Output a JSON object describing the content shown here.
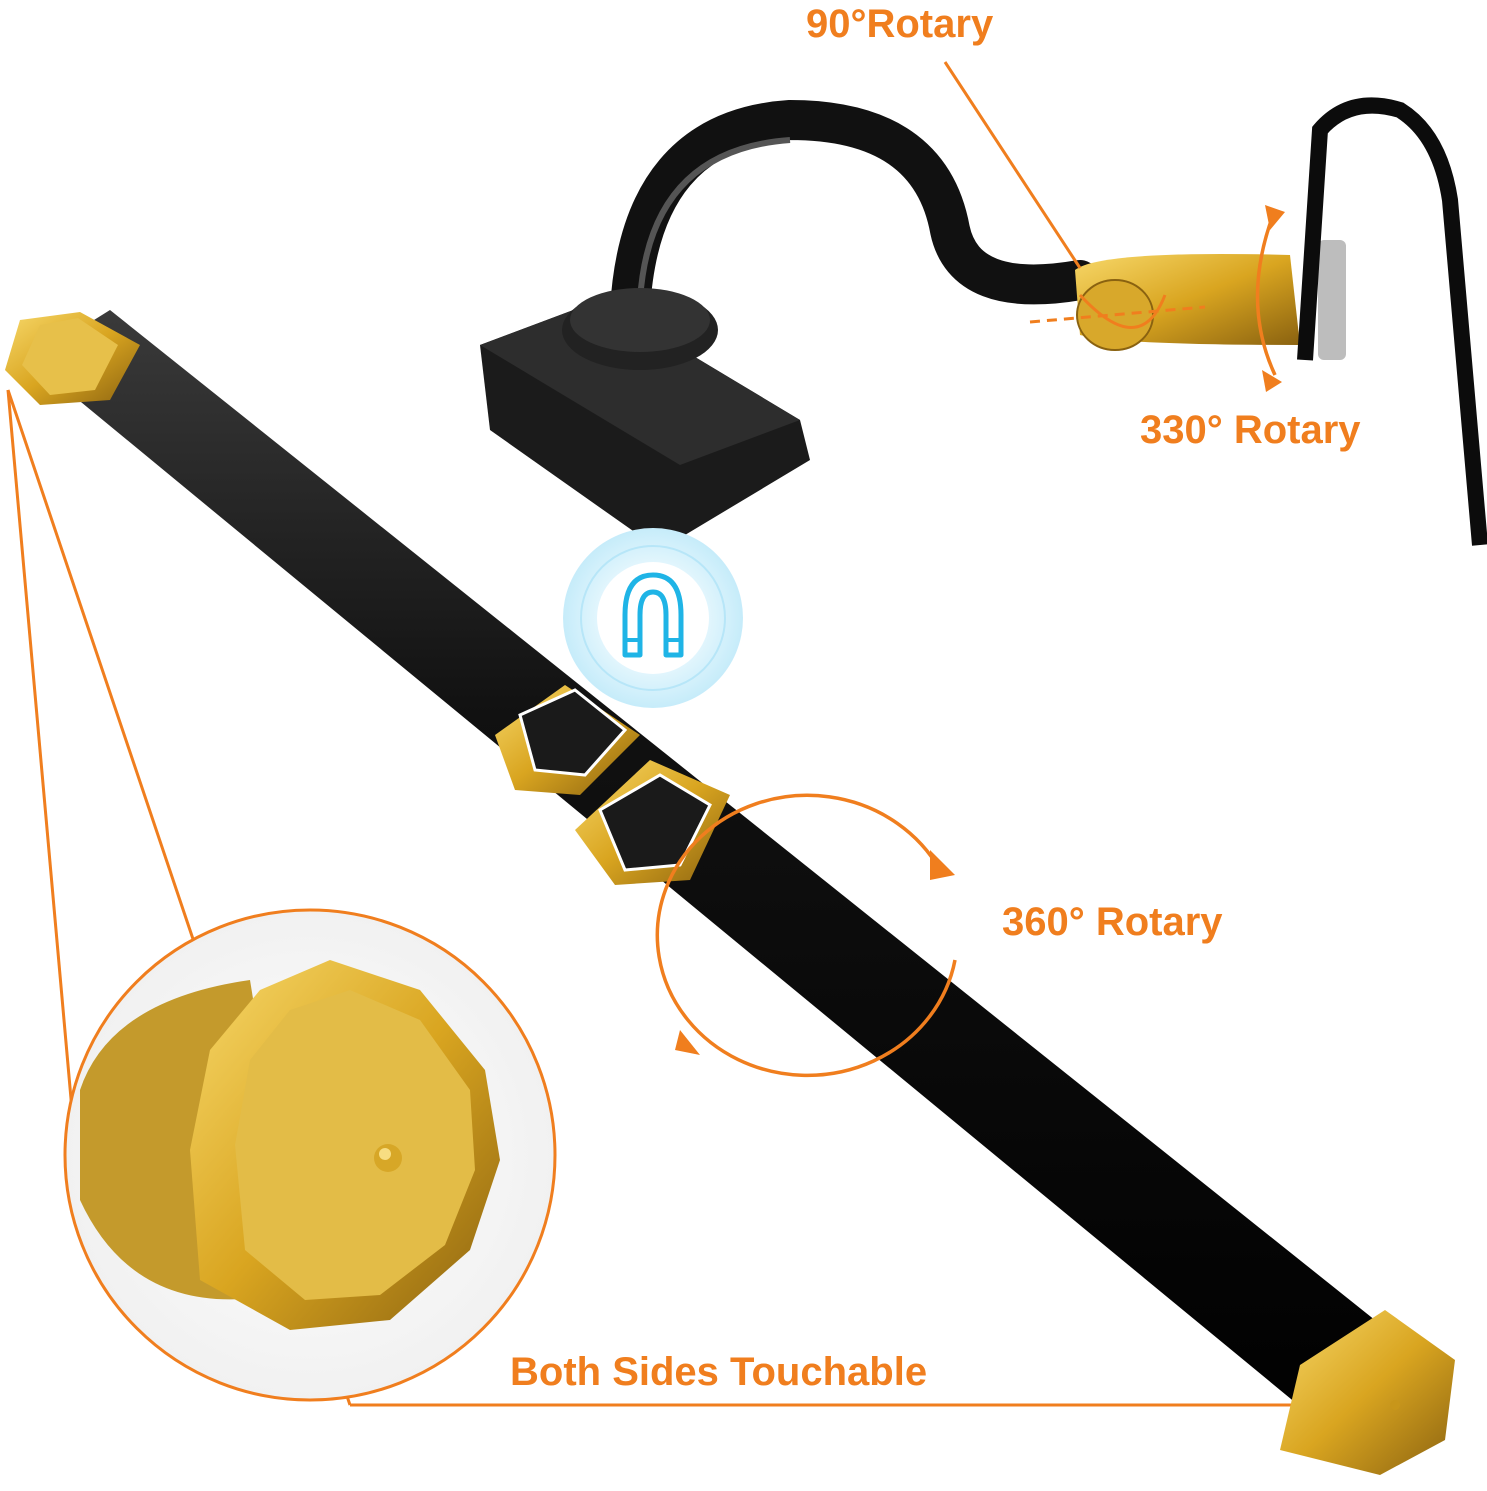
{
  "labels": {
    "rotary_90": "90°Rotary",
    "rotary_330": "330° Rotary",
    "rotary_360": "360° Rotary",
    "both_sides": "Both Sides Touchable"
  },
  "colors": {
    "accent": "#f07e1e",
    "bar_black": "#141414",
    "brass": "#d9a520",
    "magnet_blue": "#1fb4e6"
  },
  "icons": [
    "magnet-icon"
  ]
}
